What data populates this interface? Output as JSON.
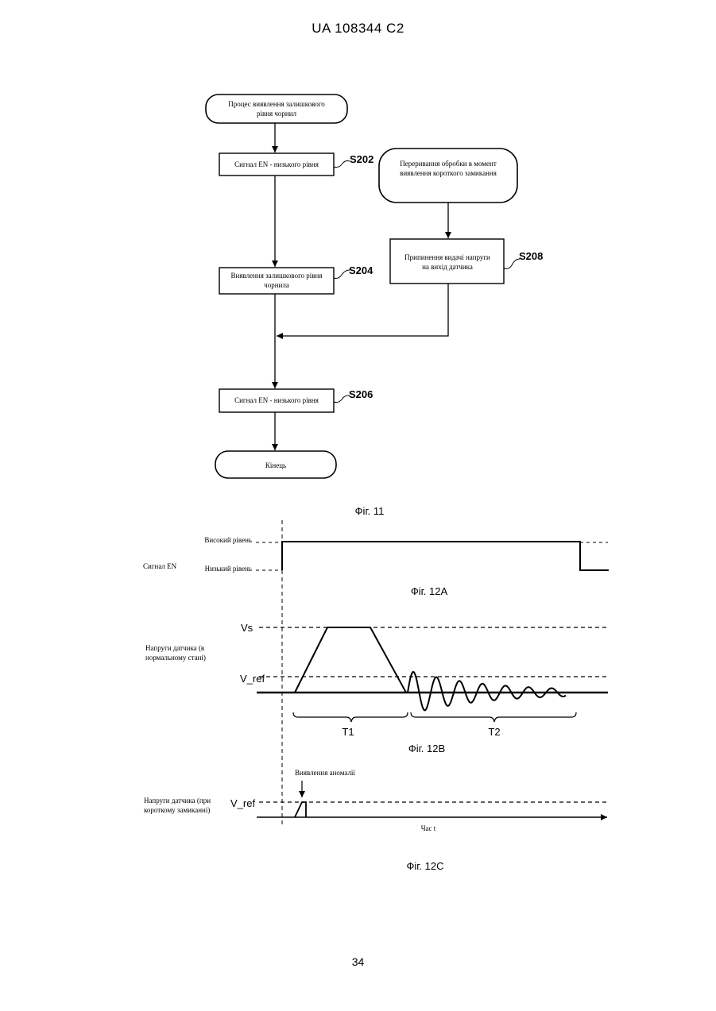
{
  "header": {
    "patent_id": "UA   108344   C2"
  },
  "fig11": {
    "start_label": [
      "Процес виявлення залишкового",
      "рівня чорнил"
    ],
    "s202_box": "Сигнал EN - низького рівня",
    "s202_tag": "S202",
    "interrupt_label": [
      "Переривання обробки в момент",
      "виявлення короткого замикання"
    ],
    "s208_box": [
      "Припинення видачі напруги",
      "на вихід датчика"
    ],
    "s208_tag": "S208",
    "s204_box": [
      "Виявлення залишкового рівня",
      "чорнила"
    ],
    "s204_tag": "S204",
    "s206_box": "Сигнал EN - низького рівня",
    "s206_tag": "S206",
    "end_label": "Кінець",
    "caption": "Фіг. 11"
  },
  "fig12a": {
    "signal_label": "Сигнал EN",
    "high_label": "Високий рівень",
    "low_label": "Низький рівень",
    "caption": "Фіг. 12A"
  },
  "fig12b": {
    "vs_label": "Vs",
    "vref_label": "V_ref",
    "sensor_label": [
      "Напруги датчика (в",
      "нормальному стані)"
    ],
    "t1_label": "T1",
    "t2_label": "T2",
    "caption": "Фіг. 12B"
  },
  "fig12c": {
    "anomaly_label": "Виявлення аномалії",
    "vref_label": "V_ref",
    "sensor_label": [
      "Напруги датчика (при",
      "короткому замиканні)"
    ],
    "time_label": "Час t",
    "caption": "Фіг. 12C"
  },
  "page_number": "34"
}
